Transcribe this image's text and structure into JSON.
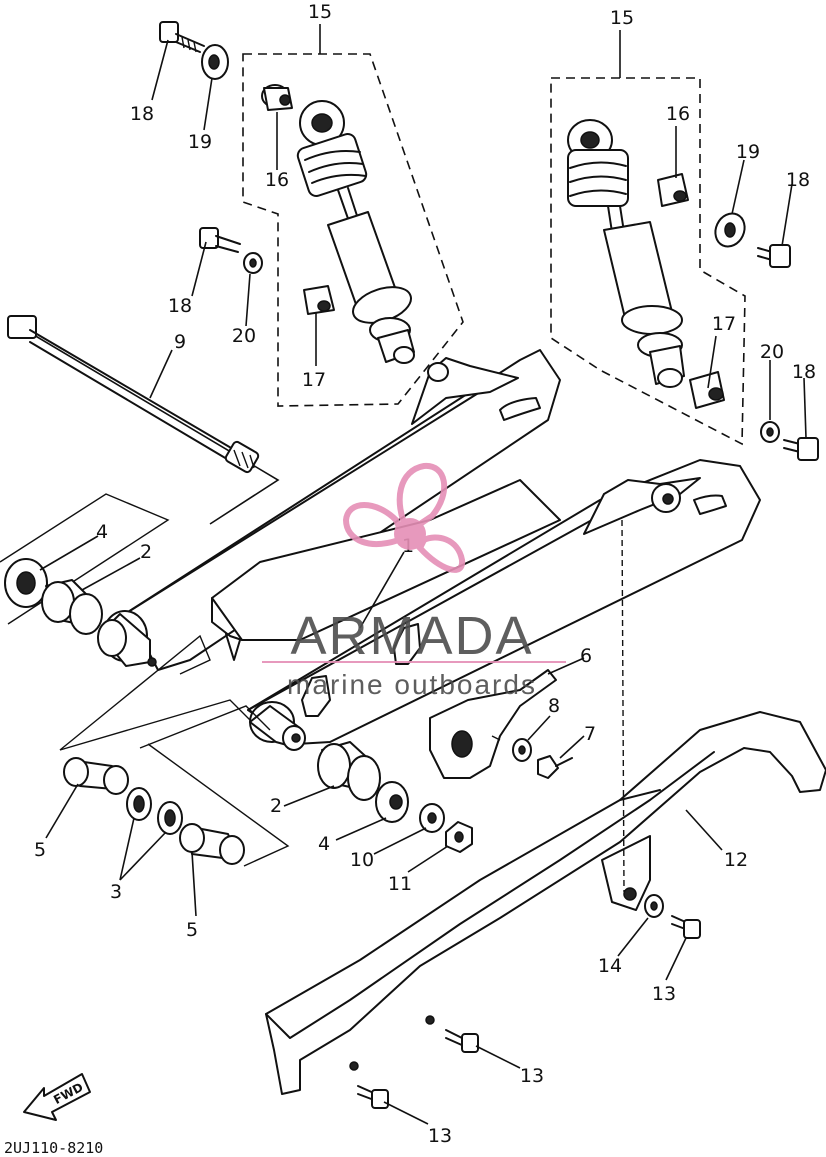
{
  "callouts": {
    "c1": "1",
    "c2a": "2",
    "c2b": "2",
    "c3": "3",
    "c4a": "4",
    "c4b": "4",
    "c5a": "5",
    "c5b": "5",
    "c6": "6",
    "c7": "7",
    "c8": "8",
    "c9": "9",
    "c10": "10",
    "c11": "11",
    "c12": "12",
    "c13a": "13",
    "c13b": "13",
    "c13c": "13",
    "c14": "14",
    "c15a": "15",
    "c15b": "15",
    "c16a": "16",
    "c16b": "16",
    "c17a": "17",
    "c17b": "17",
    "c18a": "18",
    "c18b": "18",
    "c18c": "18",
    "c18d": "18",
    "c19a": "19",
    "c19b": "19",
    "c20a": "20",
    "c20b": "20"
  },
  "watermark": {
    "brand": "ARMADA",
    "tagline": "marine outboards",
    "logo_color": "#e58fb6",
    "text_color": "#4d4d4d"
  },
  "fwd_arrow": {
    "label": "FWD"
  },
  "diagram_code": "2UJ110-8210"
}
